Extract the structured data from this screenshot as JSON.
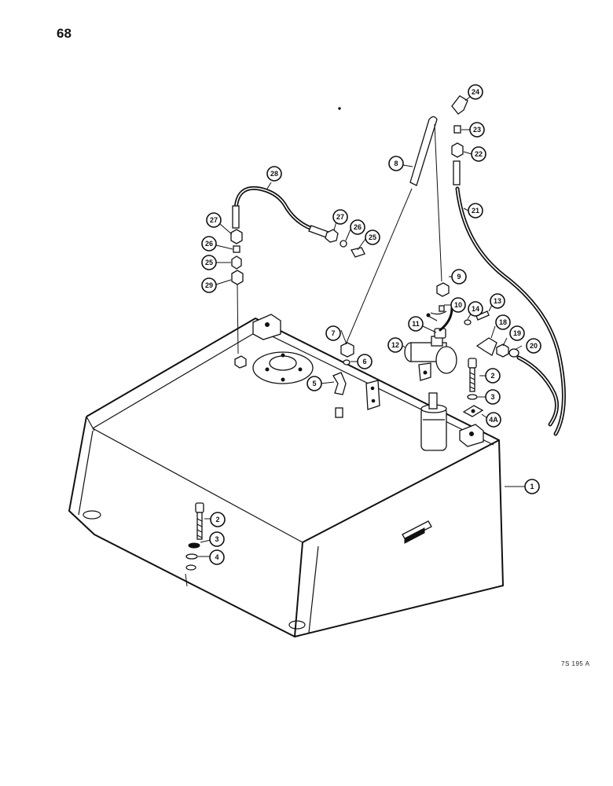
{
  "page": {
    "number": "68",
    "figure_code": "7S 195 A"
  },
  "callouts": {
    "c1": "1",
    "c2a": "2",
    "c2b": "2",
    "c3a": "3",
    "c3b": "3",
    "c4": "4",
    "c4a": "4A",
    "c5": "5",
    "c6": "6",
    "c7": "7",
    "c8": "8",
    "c9": "9",
    "c10": "10",
    "c11": "11",
    "c12": "12",
    "c13": "13",
    "c14": "14",
    "c18": "18",
    "c19": "19",
    "c20": "20",
    "c21": "21",
    "c22": "22",
    "c23": "23",
    "c24": "24",
    "c25a": "25",
    "c25b": "25",
    "c26a": "26",
    "c26b": "26",
    "c27a": "27",
    "c27b": "27",
    "c28": "28",
    "c29": "29"
  }
}
